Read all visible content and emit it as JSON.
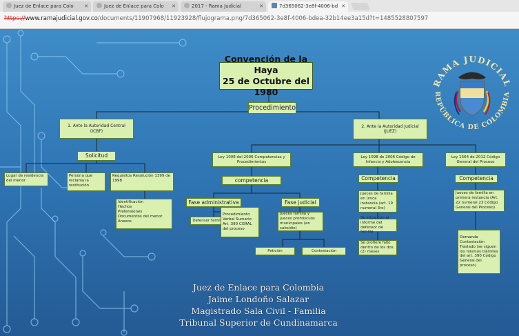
{
  "browser": {
    "tabs": [
      {
        "label": "Juez de Enlace para Colo",
        "active": false
      },
      {
        "label": "Juez de Enlace para Colo",
        "active": false
      },
      {
        "label": "2017 - Rama Judicial",
        "active": false
      },
      {
        "label": "7d365062-3e8f-4006-bd",
        "active": true
      }
    ],
    "close_glyph": "✕",
    "address": {
      "protocol": "https://",
      "host": "www.ramajudicial.gov.co",
      "path": "/documents/11907968/11923928/flujograma.png/7d365062-3e8f-4006-bdea-32b14ee3a15d?t=1485528807597"
    }
  },
  "diagram": {
    "title_line1": "Convención de la Haya",
    "title_line2": "25 de Octubre del 1980",
    "procedimiento": "Procedimiento",
    "left": {
      "head_line1": "1. Ante la Autoridad Central",
      "head_line2": "(ICBF)",
      "solicitud": "Solicitud",
      "lugar": "Lugar de residencia del menor",
      "persona": "Persona que reclama la restitución",
      "requisitos": "Requisitos Resolución 1399 de 1998",
      "requisitos_list": [
        "Identificación",
        "Hechos",
        "Pretensiones",
        "Documentos del menor",
        "Anexos"
      ]
    },
    "right": {
      "head_line1": "2. Ante la Autoridad Judicial",
      "head_line2": "(JUEZ)",
      "ley1008": "Ley 1008 del 2006 Competencias y Procedimientos",
      "competencia1": "competencia",
      "fase_admin": "Fase administrativa",
      "fase_judicial": "Fase judicial",
      "defensor": "Defensor familia",
      "procedimiento_verbal": "Procedimiento Verbal Sumario Art. 390 CGRAL del proceso",
      "jueces_familia": "Jueces familia y jueces promiscuos municipales (en subsidio)",
      "peticion": "Petición",
      "contestacion": "Contestación",
      "ley1098": "Ley 1098 de 2006 Código de Infancia y Adolescencia",
      "competencia2": "Competencia",
      "jueces_unica": "Jueces de familia en única instancia (art. 19 numeral 3ro)",
      "se_inicia": "Se inicia con el informe del defensor de familia",
      "se_profiere": "Se profiere fallo dentro de los dos (2) meses",
      "ley1564": "Ley 1564 de 2012 Código General del Proceso",
      "competencia3": "Competencia",
      "jueces_primera": "Jueces de familia en primera instancia (Art. 22 numeral 23 Código General del Proceso)",
      "demanda": "Demanda Contestación Traslado (se siguen los mismos trámites del art. 390 Código General del proceso)"
    },
    "footer": [
      "Juez de Enlace para Colombia",
      "Jaime Londoño Salazar",
      "Magistrado Sala Civil - Familia",
      "Tribunal Superior de Cundinamarca"
    ],
    "seal": {
      "top_text": "RAMA JUDICIAL",
      "bottom_text": "REPÚBLICA DE COLOMBIA"
    }
  },
  "colors": {
    "box_fill": "#d9f0b0",
    "box_border": "#5b7d2b",
    "background": "#2f74b3"
  }
}
